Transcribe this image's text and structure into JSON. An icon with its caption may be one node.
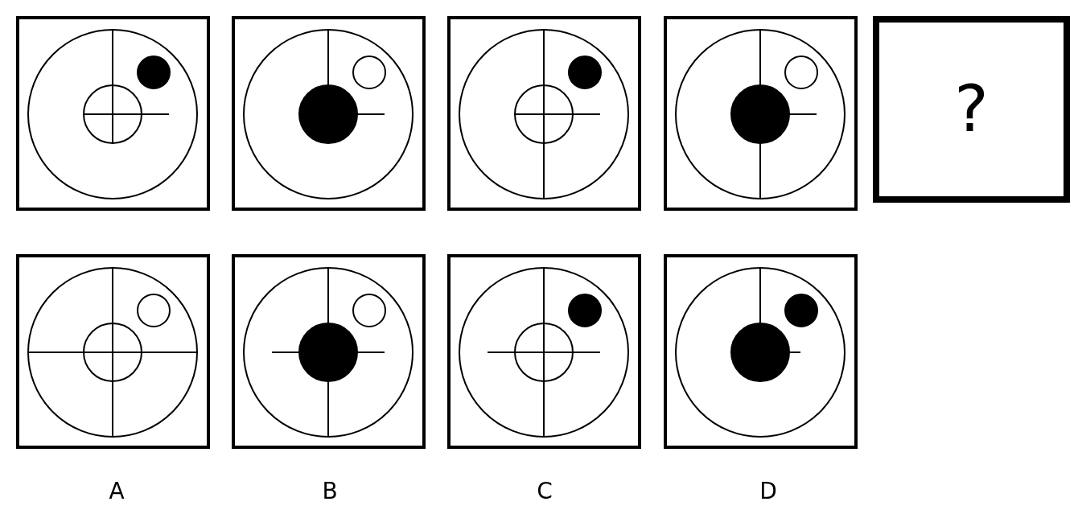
{
  "diagram": {
    "nodes": [
      {
        "text": [],
        "shape": "picture"
      },
      {
        "text": [],
        "shape": "picture"
      },
      {
        "text": [],
        "shape": "picture"
      },
      {
        "text": [],
        "shape": "picture"
      },
      {
        "text": [
          "?"
        ]
      },
      {
        "text": [],
        "shape": "picture"
      },
      {
        "text": [],
        "shape": "picture"
      },
      {
        "text": [],
        "shape": "picture"
      },
      {
        "text": [],
        "shape": "picture"
      }
    ],
    "labels": [
      "A",
      "B",
      "C",
      "D"
    ]
  }
}
